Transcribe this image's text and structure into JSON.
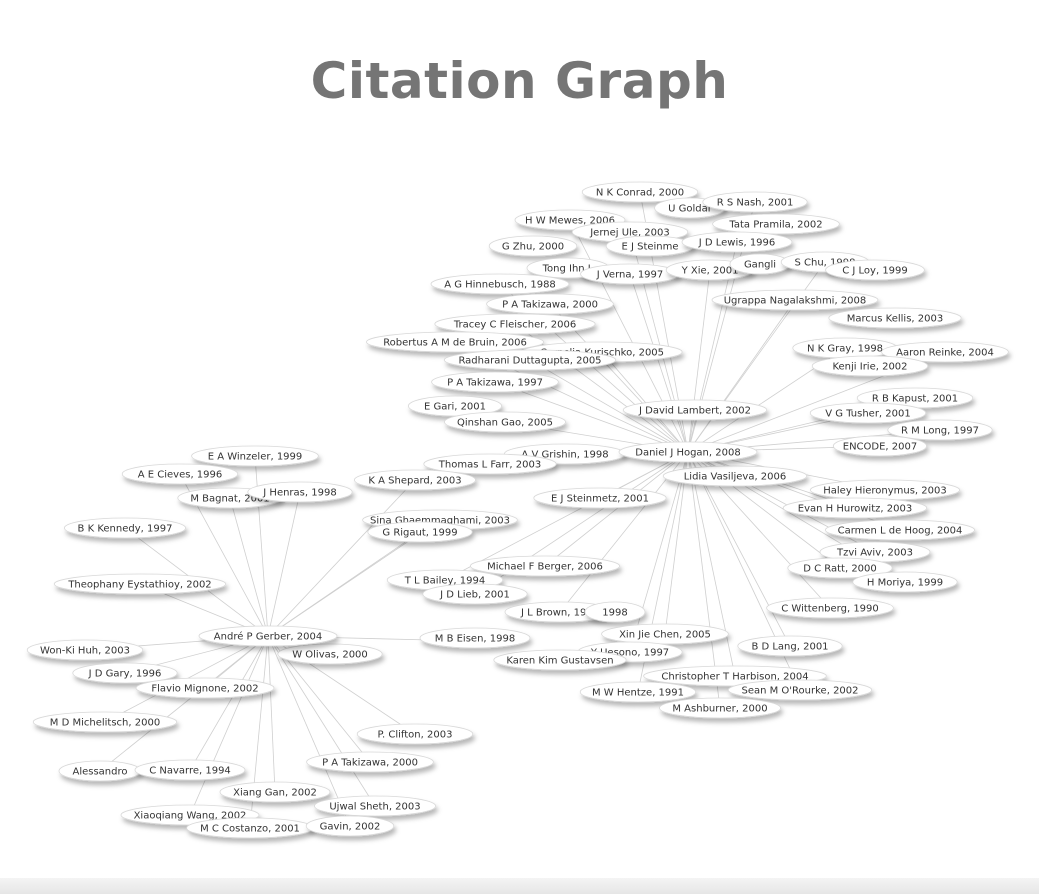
{
  "title": "Citation Graph",
  "colors": {
    "title": "#757575",
    "edge": "#cfcfcf",
    "node_fill": "#ffffff",
    "node_text": "#333333"
  },
  "graph": {
    "hubs": [
      "Daniel J Hogan, 2008",
      "André P Gerber, 2004"
    ],
    "nodes": [
      "N K Conrad, 2000",
      "U Goldar",
      "R S Nash, 2001",
      "H W Mewes, 2006",
      "Tata Pramila, 2002",
      "Jernej Ule, 2003",
      "E J Steinme",
      "J D Lewis, 1996",
      "G Zhu, 2000",
      "Tong Ihn L",
      "J Verna, 1997",
      "Y Xie, 2001",
      "Gangli",
      "S Chu, 1998",
      "C J Loy, 1999",
      "A G Hinnebusch, 1988",
      "Ugrappa Nagalakshmi, 2008",
      "P A Takizawa, 2000",
      "Tracey C Fleischer, 2006",
      "Marcus Kellis, 2003",
      "Robertus A M de Bruin, 2006",
      "Cornelia Kurischko, 2005",
      "Radharani Duttagupta, 2005",
      "N K Gray, 1998",
      "Aaron Reinke, 2004",
      "Kenji Irie, 2002",
      "P A Takizawa, 1997",
      "R B Kapust, 2001",
      "E Gari, 2001",
      "J David Lambert, 2002",
      "V G Tusher, 2001",
      "Qinshan Gao, 2005",
      "R M Long, 1997",
      "ENCODE, 2007",
      "A V Grishin, 1998",
      "Thomas L Farr, 2003",
      "Lidia Vasiljeva, 2006",
      "K A Shepard, 2003",
      "Haley Hieronymus, 2003",
      "E J Steinmetz, 2001",
      "Evan H Hurowitz, 2003",
      "Sina Ghaemmaghami, 2003",
      "Carmen L de Hoog, 2004",
      "G Rigaut, 1999",
      "Tzvi Aviv, 2003",
      "Michael F Berger, 2006",
      "D C Ratt, 2000",
      "H Moriya, 1999",
      "T L Bailey, 1994",
      "J D Lieb, 2001",
      "J L Brown, 1997",
      "1998",
      "C Wittenberg, 1990",
      "Xin Jie Chen, 2005",
      "M B Eisen, 1998",
      "B D Lang, 2001",
      "Y Uesono, 1997",
      "Karen Kim Gustavsen",
      "Christopher T Harbison, 2004",
      "Sean M O'Rourke, 2002",
      "M W Hentze, 1991",
      "M Ashburner, 2000",
      "E A Winzeler, 1999",
      "A E Cieves, 1996",
      "M Bagnat, 2001",
      "J Henras, 1998",
      "B K Kennedy, 1997",
      "Theophany Eystathioy, 2002",
      "Won-Ki Huh, 2003",
      "W Olivas, 2000",
      "J D Gary, 1996",
      "Flavio Mignone, 2002",
      "M D Michelitsch, 2000",
      "P. Clifton, 2003",
      "P A Takizawa, 2000",
      "Alessandro",
      "C Navarre, 1994",
      "Xiang Gan, 2002",
      "Ujwal Sheth, 2003",
      "Xiaoqiang Wang, 2002",
      "M C Costanzo, 2001",
      "Gavin, 2002"
    ]
  }
}
